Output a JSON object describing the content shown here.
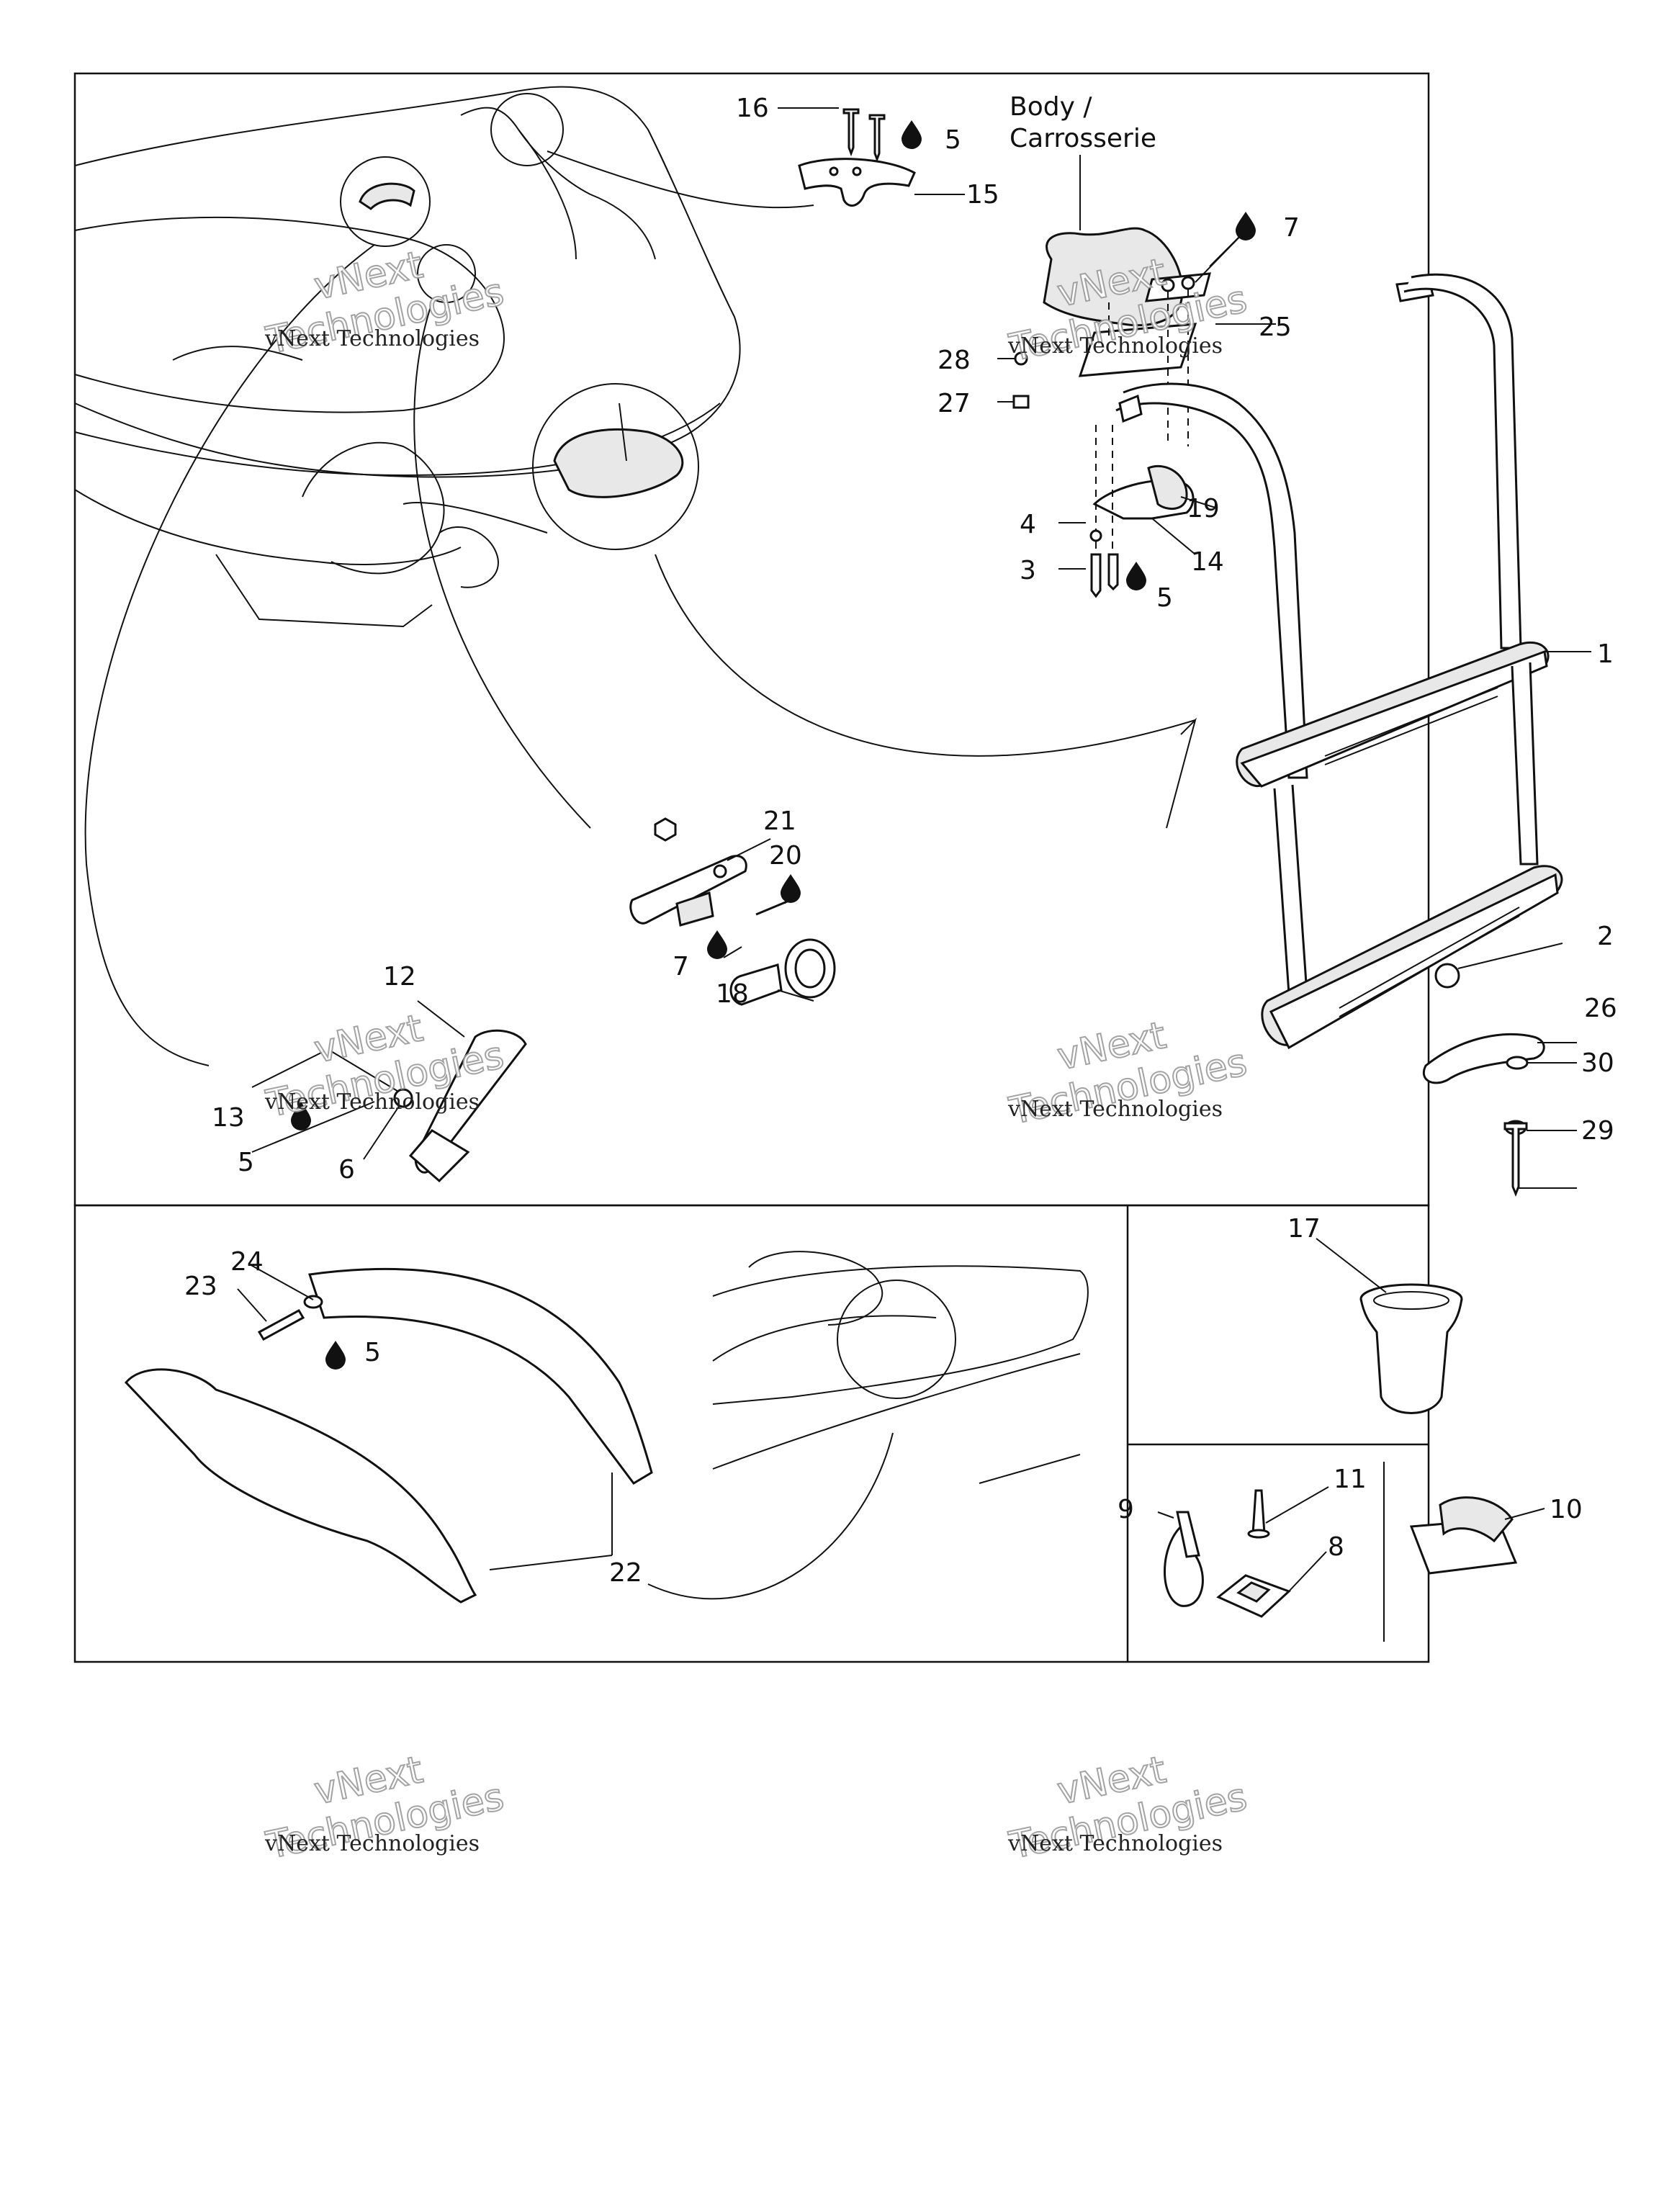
{
  "header": {
    "line1": "Body /",
    "line2": "Carrosserie"
  },
  "callouts": {
    "c1": "1",
    "c2": "2",
    "c3": "3",
    "c4": "4",
    "c5a": "5",
    "c5b": "5",
    "c5c": "5",
    "c5d": "5",
    "c6": "6",
    "c7a": "7",
    "c7b": "7",
    "c8": "8",
    "c9": "9",
    "c10": "10",
    "c11": "11",
    "c12": "12",
    "c13": "13",
    "c14": "14",
    "c15": "15",
    "c16": "16",
    "c17": "17",
    "c18": "18",
    "c19": "19",
    "c20": "20",
    "c21": "21",
    "c22": "22",
    "c23": "23",
    "c24": "24",
    "c25": "25",
    "c26": "26",
    "c27": "27",
    "c28": "28",
    "c29": "29",
    "c30": "30"
  },
  "watermark": {
    "line1": "vNext Technologies",
    "line2": "Technologies",
    "line3": "vNext"
  },
  "icons": {
    "adhesive": "drop-icon"
  }
}
